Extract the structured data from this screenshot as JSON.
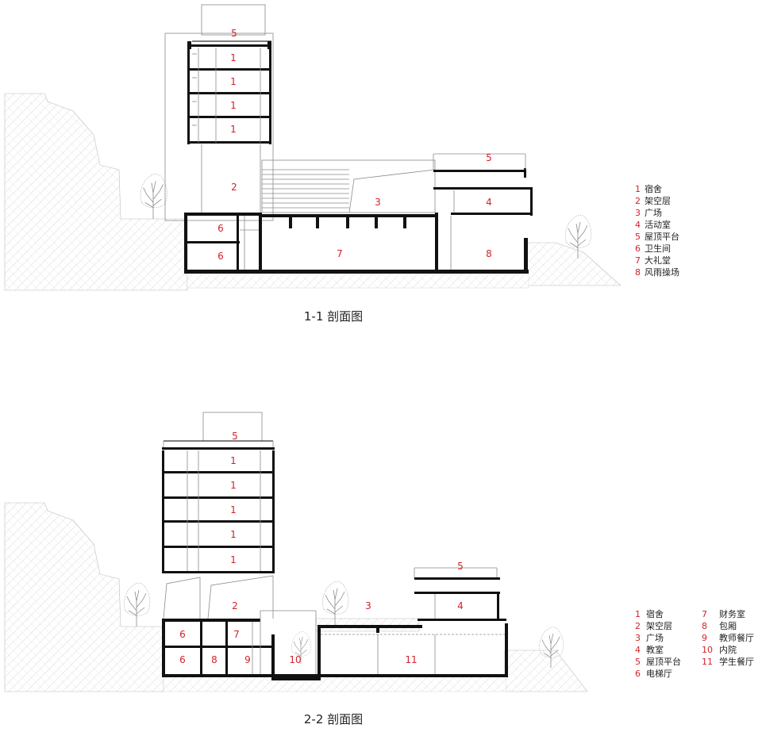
{
  "colors": {
    "label_red": "#d2222a",
    "text": "#222222",
    "line": "#111111",
    "hatch": "#c8c8c8"
  },
  "section_1": {
    "title": "1-1 剖面图",
    "room_labels": {
      "dorm": "1",
      "stilt": "2",
      "plaza": "3",
      "activity": "4",
      "roof": "5",
      "toilet": "6",
      "hall": "7",
      "playground": "8"
    },
    "legend": [
      {
        "num": "1",
        "text": "宿舍"
      },
      {
        "num": "2",
        "text": "架空层"
      },
      {
        "num": "3",
        "text": "广场"
      },
      {
        "num": "4",
        "text": "活动室"
      },
      {
        "num": "5",
        "text": "屋顶平台"
      },
      {
        "num": "6",
        "text": "卫生间"
      },
      {
        "num": "7",
        "text": "大礼堂"
      },
      {
        "num": "8",
        "text": "风雨操场"
      }
    ]
  },
  "section_2": {
    "title": "2-2 剖面图",
    "room_labels": {
      "dorm": "1",
      "stilt": "2",
      "plaza": "3",
      "classroom": "4",
      "roof": "5",
      "elevator": "6",
      "finance": "7",
      "private": "8",
      "teacher_dining": "9",
      "courtyard": "10",
      "student_dining": "11"
    },
    "legend_left": [
      {
        "num": "1",
        "text": "宿舍"
      },
      {
        "num": "2",
        "text": "架空层"
      },
      {
        "num": "3",
        "text": "广场"
      },
      {
        "num": "4",
        "text": "教室"
      },
      {
        "num": "5",
        "text": "屋顶平台"
      },
      {
        "num": "6",
        "text": "电梯厅"
      }
    ],
    "legend_right": [
      {
        "num": "7",
        "text": "财务室"
      },
      {
        "num": "8",
        "text": "包厢"
      },
      {
        "num": "9",
        "text": "教师餐厅"
      },
      {
        "num": "10",
        "text": "内院"
      },
      {
        "num": "11",
        "text": "学生餐厅"
      }
    ]
  }
}
